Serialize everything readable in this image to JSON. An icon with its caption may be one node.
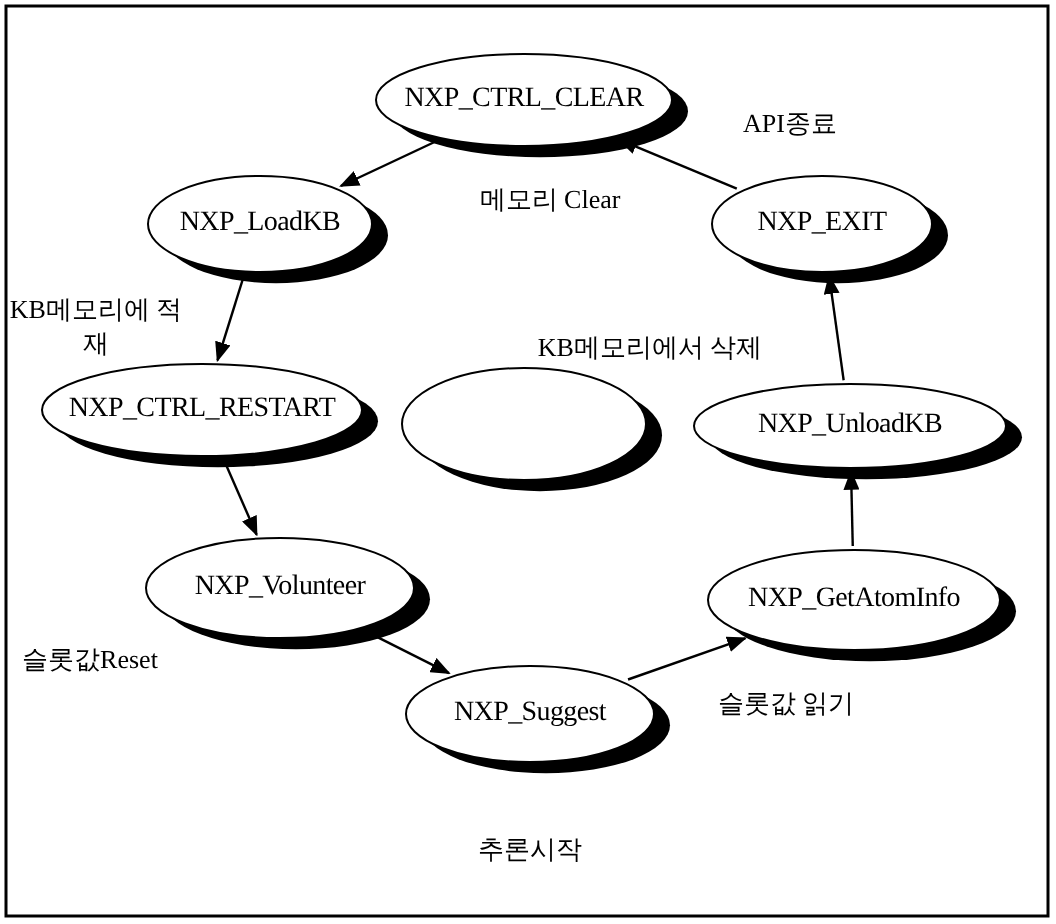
{
  "diagram": {
    "nodes": [
      {
        "text": [
          "NXP_CTRL_CLEAR"
        ]
      },
      {
        "text": [
          "NXP_LoadKB"
        ]
      },
      {
        "text": [
          "NXP_EXIT"
        ]
      },
      {
        "text": [
          "NXP_CTRL_RESTART"
        ]
      },
      {
        "text": [],
        "shape": "ellipse"
      },
      {
        "text": [
          "NXP_UnloadKB"
        ]
      },
      {
        "text": [
          "NXP_Volunteer"
        ]
      },
      {
        "text": [
          "NXP_GetAtomInfo"
        ]
      },
      {
        "text": [
          "NXP_Suggest"
        ]
      }
    ],
    "edges": [
      {
        "from": 0,
        "to": 1,
        "arrow": "to"
      },
      {
        "from": 1,
        "to": 3,
        "arrow": "to"
      },
      {
        "from": 3,
        "to": 6,
        "arrow": "to"
      },
      {
        "from": 6,
        "to": 8,
        "arrow": "to"
      },
      {
        "from": 8,
        "to": 7,
        "arrow": "to"
      },
      {
        "from": 7,
        "to": 5,
        "arrow": "to"
      },
      {
        "from": 5,
        "to": 2,
        "arrow": "to"
      },
      {
        "from": 2,
        "to": 0,
        "arrow": "to"
      }
    ],
    "labels": [
      "API종료",
      "메모리 Clear",
      "KB메모리에 적재",
      "KB메모리에서 삭제",
      "슬롯값Reset",
      "슬롯값 읽기",
      "추론시작"
    ]
  }
}
